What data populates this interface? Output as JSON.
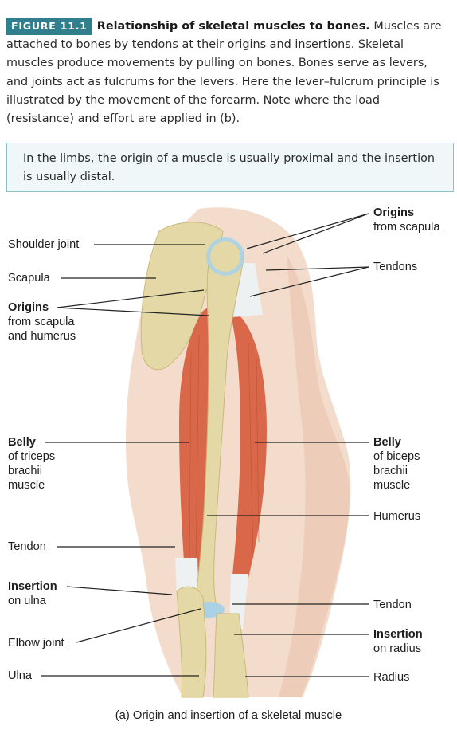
{
  "figure": {
    "tag": "FIGURE 11.1",
    "title": "Relationship of skeletal muscles to bones.",
    "body": "Muscles are attached to bones by tendons at their origins and insertions. Skeletal muscles produce movements by pulling on bones. Bones serve as levers, and joints act as fulcrums for the levers. Here the lever–fulcrum principle is illustrated by the movement of the forearm. Note where the load (resistance) and effort are applied in (b)."
  },
  "callout": {
    "text": "In the limbs, the origin of a muscle is usually proximal and the insertion is usually distal."
  },
  "labels": {
    "shoulder_joint": "Shoulder joint",
    "scapula": "Scapula",
    "origins_left_title": "Origins",
    "origins_left_sub1": "from scapula",
    "origins_left_sub2": "and humerus",
    "belly_triceps_title": "Belly",
    "belly_triceps_sub1": "of triceps",
    "belly_triceps_sub2": "brachii",
    "belly_triceps_sub3": "muscle",
    "tendon_left": "Tendon",
    "insertion_ulna_title": "Insertion",
    "insertion_ulna_sub": "on ulna",
    "elbow_joint": "Elbow joint",
    "ulna": "Ulna",
    "origins_right_title": "Origins",
    "origins_right_sub": "from scapula",
    "tendons_right": "Tendons",
    "belly_biceps_title": "Belly",
    "belly_biceps_sub1": "of biceps",
    "belly_biceps_sub2": "brachii",
    "belly_biceps_sub3": "muscle",
    "humerus": "Humerus",
    "tendon_right": "Tendon",
    "insertion_radius_title": "Insertion",
    "insertion_radius_sub": "on radius",
    "radius": "Radius"
  },
  "bottom_caption": "(a) Origin and insertion of a skeletal muscle",
  "colors": {
    "tag_bg": "#2f7f8d",
    "callout_border": "#8fbfc6",
    "skin": "#f3dccb",
    "bone": "#e4d9a6",
    "muscle": "#d9684a",
    "tendon": "#eef1f2",
    "joint": "#a9d2e6"
  }
}
